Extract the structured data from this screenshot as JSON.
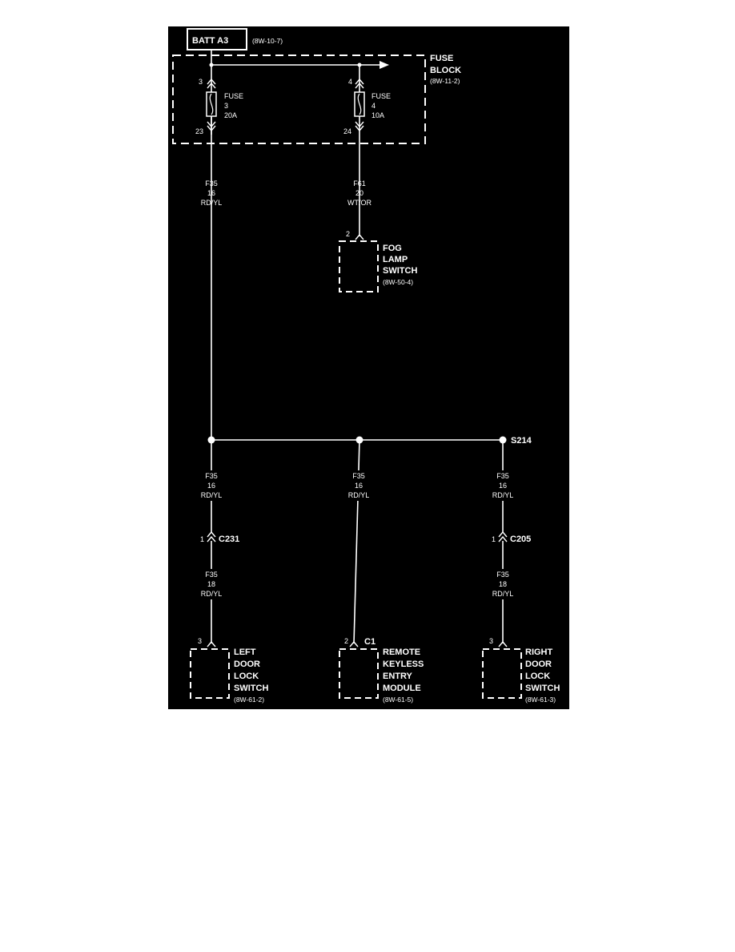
{
  "diagram": {
    "colors": {
      "background": "#000000",
      "foreground": "#ffffff"
    },
    "batt": {
      "label": "BATT A3",
      "ref": "(8W-10-7)"
    },
    "fuse_block": {
      "name_line1": "FUSE",
      "name_line2": "BLOCK",
      "ref": "(8W-11-2)"
    },
    "fuse3": {
      "pin_in": "3",
      "word": "FUSE",
      "number": "3",
      "rating": "20A",
      "pin_out": "23"
    },
    "fuse4": {
      "pin_in": "4",
      "word": "FUSE",
      "number": "4",
      "rating": "10A",
      "pin_out": "24"
    },
    "wire_f35_top": {
      "circuit": "F35",
      "gauge": "16",
      "color": "RD/YL"
    },
    "wire_f61": {
      "circuit": "F61",
      "gauge": "20",
      "color": "WT/OR"
    },
    "fog_lamp_switch": {
      "pin": "2",
      "line1": "FOG",
      "line2": "LAMP",
      "line3": "SWITCH",
      "ref": "(8W-50-4)"
    },
    "splice": {
      "label": "S214"
    },
    "wire_left_upper": {
      "circuit": "F35",
      "gauge": "16",
      "color": "RD/YL"
    },
    "wire_mid": {
      "circuit": "F35",
      "gauge": "16",
      "color": "RD/YL"
    },
    "wire_right_upper": {
      "circuit": "F35",
      "gauge": "16",
      "color": "RD/YL"
    },
    "connector_c231": {
      "pin": "1",
      "label": "C231"
    },
    "connector_c205": {
      "pin": "1",
      "label": "C205"
    },
    "wire_left_lower": {
      "circuit": "F35",
      "gauge": "18",
      "color": "RD/YL"
    },
    "wire_right_lower": {
      "circuit": "F35",
      "gauge": "18",
      "color": "RD/YL"
    },
    "left_door_lock_switch": {
      "pin": "3",
      "line1": "LEFT",
      "line2": "DOOR",
      "line3": "LOCK",
      "line4": "SWITCH",
      "ref": "(8W-61-2)"
    },
    "remote_keyless_entry_module": {
      "pin": "2",
      "connector": "C1",
      "line1": "REMOTE",
      "line2": "KEYLESS",
      "line3": "ENTRY",
      "line4": "MODULE",
      "ref": "(8W-61-5)"
    },
    "right_door_lock_switch": {
      "pin": "3",
      "line1": "RIGHT",
      "line2": "DOOR",
      "line3": "LOCK",
      "line4": "SWITCH",
      "ref": "(8W-61-3)"
    }
  }
}
